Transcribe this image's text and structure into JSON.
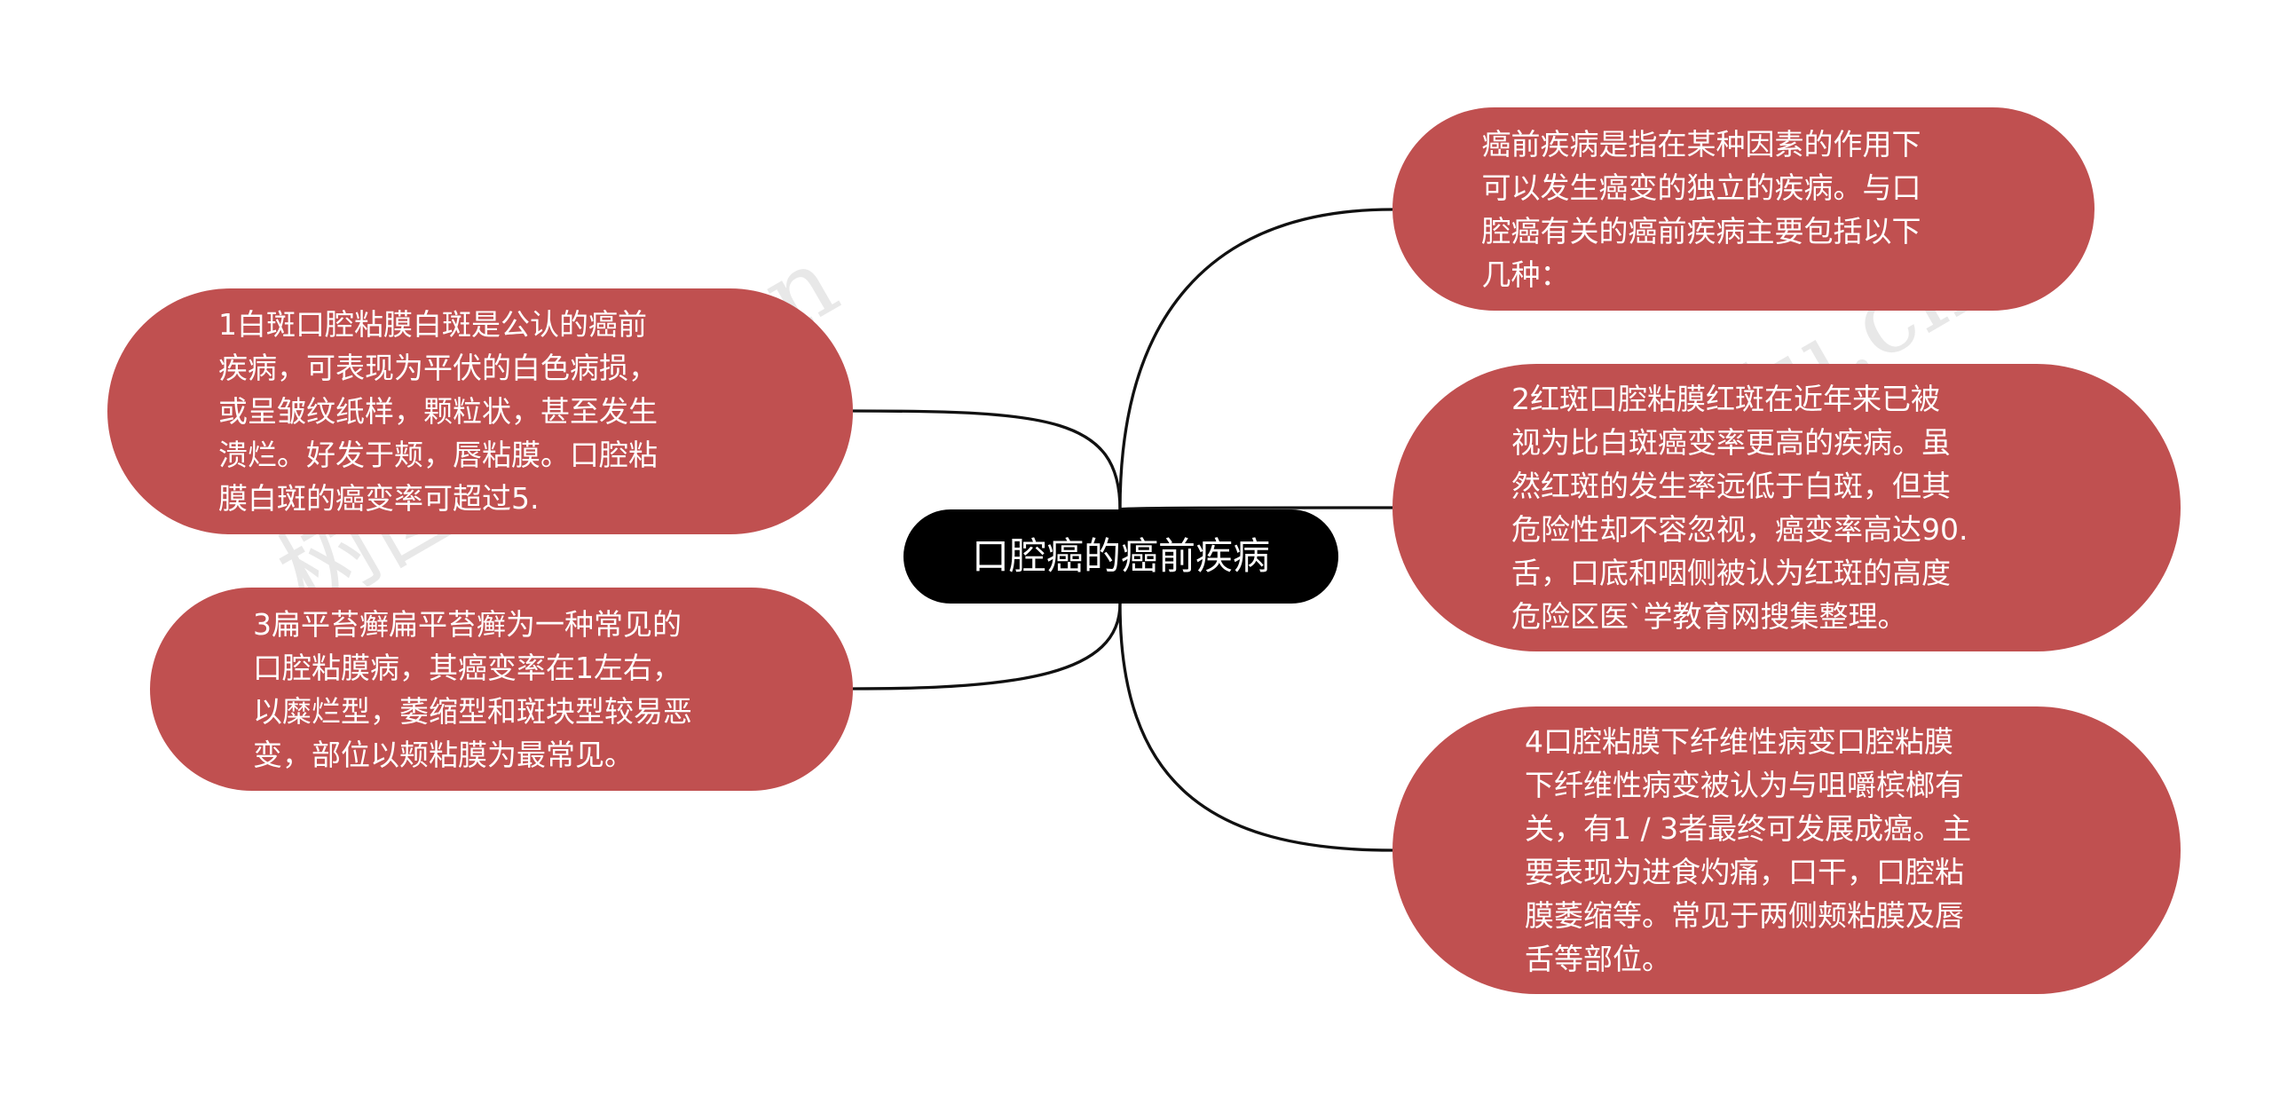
{
  "root": {
    "label": "口腔癌的癌前疾病"
  },
  "nodes": {
    "intro": "癌前疾病是指在某种因素的作用下\n可以发生癌变的独立的疾病。与口\n腔癌有关的癌前疾病主要包括以下\n几种：",
    "red": "2红斑口腔粘膜红斑在近年来已被\n视为比白斑癌变率更高的疾病。虽\n然红斑的发生率远低于白斑，但其\n危险性却不容忽视，癌变率高达90.\n舌，口底和咽侧被认为红斑的高度\n危险区医`学教育网搜集整理。",
    "oral": "4口腔粘膜下纤维性病变口腔粘膜\n下纤维性病变被认为与咀嚼槟榔有\n关，有1 / 3者最终可发展成癌。主\n要表现为进食灼痛，口干，口腔粘\n膜萎缩等。常见于两侧颊粘膜及唇\n舌等部位。",
    "white": "1白斑口腔粘膜白斑是公认的癌前\n疾病，可表现为平伏的白色病损，\n或呈皱纹纸样，颗粒状，甚至发生\n溃烂。好发于颊，唇粘膜。口腔粘\n膜白斑的癌变率可超过5.",
    "lichen": "3扁平苔癣扁平苔癣为一种常见的\n口腔粘膜病，其癌变率在1左右，\n以糜烂型，萎缩型和斑块型较易恶\n变，部位以颊粘膜为最常见。"
  },
  "watermarks": {
    "left": "树图shutu.cn",
    "right": "树图shutu.cn"
  },
  "colors": {
    "node_fill": "#c05050",
    "root_fill": "#000000",
    "link": "#111111",
    "text": "#ffffff"
  }
}
